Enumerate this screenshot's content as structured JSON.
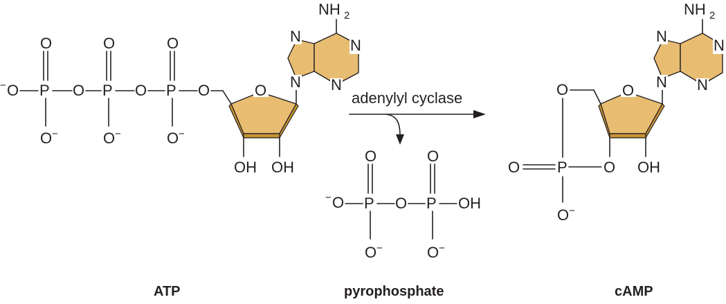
{
  "atp": {
    "name": "ATP",
    "phosphate_labels": {
      "neg_o": "O",
      "minus": "−",
      "oxygen": "O",
      "phosphorus": "P"
    },
    "amine": {
      "n": "NH",
      "sub": "2"
    },
    "ring_n": "N",
    "hydroxyl": "OH",
    "ring_o": "O"
  },
  "reaction": {
    "enzyme": "adenylyl cyclase"
  },
  "pyrophosphate": {
    "name": "pyrophosphate",
    "hydroxyl": "OH"
  },
  "camp": {
    "name": "cAMP",
    "hydroxyl": "OH"
  },
  "colors": {
    "ring_fill": "#e8bd72",
    "ring_edge": "#c89434",
    "ink": "#231f20"
  }
}
